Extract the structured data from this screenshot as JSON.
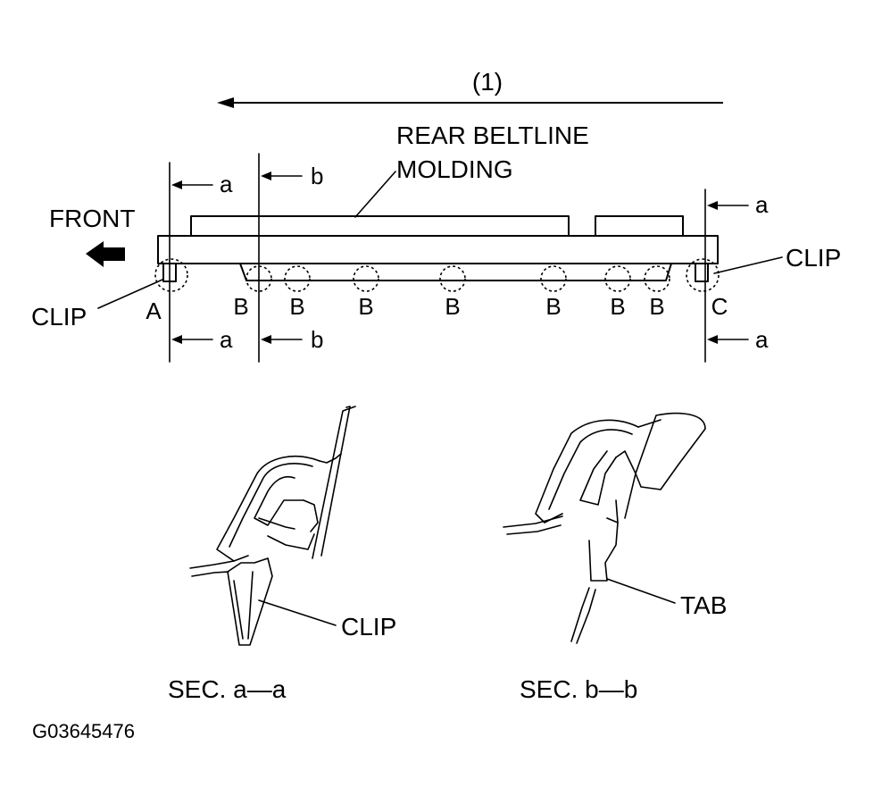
{
  "diagram": {
    "step_label": "(1)",
    "molding_label_line1": "REAR BELTLINE",
    "molding_label_line2": "MOLDING",
    "front_label": "FRONT",
    "clip_label_left": "CLIP",
    "clip_label_right": "CLIP",
    "clip_label_section": "CLIP",
    "tab_label": "TAB",
    "section_a_title": "SEC. a—a",
    "section_b_title": "SEC. b—b",
    "figure_id": "G03645476",
    "cut_labels": {
      "a_top_left": "a",
      "b_top": "b",
      "a_top_right": "a",
      "a_bottom_left": "a",
      "b_bottom": "b",
      "a_bottom_right": "a"
    },
    "clip_positions": [
      "A",
      "B",
      "B",
      "B",
      "B",
      "B",
      "B",
      "B",
      "C"
    ]
  }
}
